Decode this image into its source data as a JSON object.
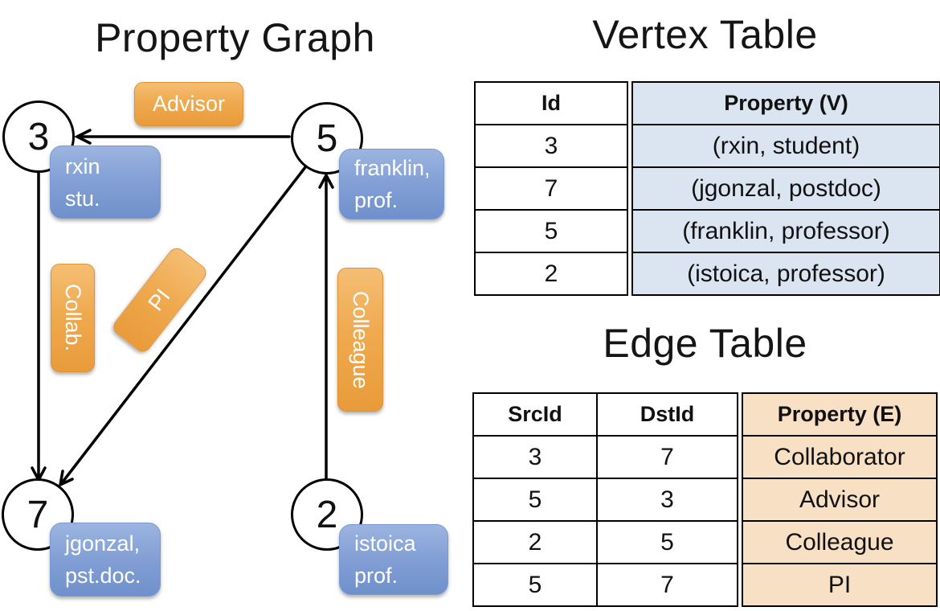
{
  "titles": {
    "property_graph": "Property Graph",
    "vertex_table": "Vertex Table",
    "edge_table": "Edge Table"
  },
  "colors": {
    "edge_label_orange": "#EFA34A",
    "vertex_label_blue": "#7E9CD4",
    "vertex_property_fill": "#DBE5F1",
    "edge_property_fill": "#F8E0C5",
    "line_black": "#000000"
  },
  "graph": {
    "nodes": [
      {
        "id": "3",
        "label_line1": "rxin",
        "label_line2": "stu."
      },
      {
        "id": "5",
        "label_line1": "franklin,",
        "label_line2": "prof."
      },
      {
        "id": "7",
        "label_line1": "jgonzal,",
        "label_line2": "pst.doc."
      },
      {
        "id": "2",
        "label_line1": "istoica",
        "label_line2": "prof."
      }
    ],
    "edge_labels": {
      "advisor": "Advisor",
      "collab": "Collab.",
      "pi": "PI",
      "colleague": "Colleague"
    },
    "edges": [
      {
        "src": "5",
        "dst": "3",
        "label": "Advisor"
      },
      {
        "src": "3",
        "dst": "7",
        "label": "Collab."
      },
      {
        "src": "5",
        "dst": "7",
        "label": "PI"
      },
      {
        "src": "2",
        "dst": "5",
        "label": "Colleague"
      }
    ]
  },
  "vertex_table": {
    "headers": {
      "id": "Id",
      "property": "Property (V)"
    },
    "rows": [
      {
        "id": "3",
        "property": "(rxin, student)"
      },
      {
        "id": "7",
        "property": "(jgonzal, postdoc)"
      },
      {
        "id": "5",
        "property": "(franklin, professor)"
      },
      {
        "id": "2",
        "property": "(istoica, professor)"
      }
    ]
  },
  "edge_table": {
    "headers": {
      "src": "SrcId",
      "dst": "DstId",
      "property": "Property (E)"
    },
    "rows": [
      {
        "src": "3",
        "dst": "7",
        "property": "Collaborator"
      },
      {
        "src": "5",
        "dst": "3",
        "property": "Advisor"
      },
      {
        "src": "2",
        "dst": "5",
        "property": "Colleague"
      },
      {
        "src": "5",
        "dst": "7",
        "property": "PI"
      }
    ]
  }
}
